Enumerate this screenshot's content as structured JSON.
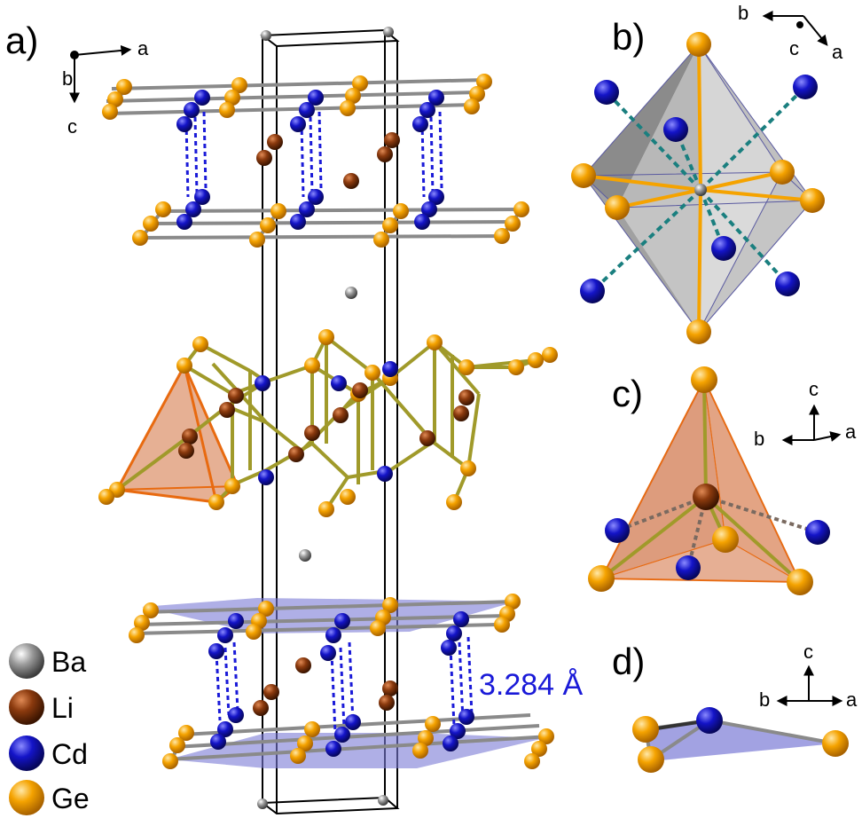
{
  "panels": {
    "a": "a)",
    "b": "b)",
    "c": "c)",
    "d": "d)"
  },
  "axes": {
    "a": {
      "x": "a",
      "y": "b",
      "z": "c"
    },
    "b": {
      "h": "b",
      "d": "c",
      "v": "a"
    },
    "c": {
      "up": "c",
      "left": "b",
      "right": "a"
    },
    "d": {
      "up": "c",
      "left": "b",
      "right": "a"
    }
  },
  "legend": [
    {
      "label": "Ba",
      "color": "#8c8c8c"
    },
    {
      "label": "Li",
      "color": "#8b3a0e"
    },
    {
      "label": "Cd",
      "color": "#1414c8"
    },
    {
      "label": "Ge",
      "color": "#f5a300"
    }
  ],
  "distance_label": "3.284 Å",
  "colors": {
    "ge": "#f5a300",
    "cd": "#1414c8",
    "li": "#8b3a0e",
    "ba": "#8c8c8c",
    "bond_gray": "#8a8a8a",
    "bond_olive": "#a09a2a",
    "tetra_fill": "#d9855a",
    "layer_fill": "#7a7ad6",
    "dist_dash": "#1a1ad8",
    "teal_dash": "#1a7f7f"
  }
}
